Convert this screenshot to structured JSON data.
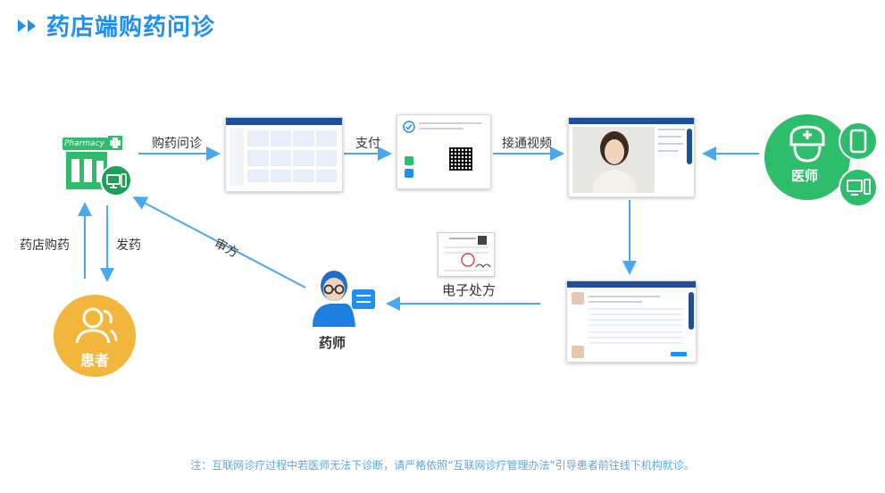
{
  "title": "药店端购药问诊",
  "labels": {
    "buy_consult": "购药问诊",
    "pay": "支付",
    "video": "接通视频",
    "pharmacy_buy": "药店购药",
    "dispense": "发药",
    "review": "审方",
    "e_prescription": "电子处方",
    "pharmacist": "药师",
    "patient": "患者",
    "doctor": "医师",
    "pharmacy_sign": "Pharmacy"
  },
  "note": "注：互联网诊疗过程中若医师无法下诊断，请严格依照“互联网诊疗管理办法”引导患者前往线下机构就诊。",
  "colors": {
    "accent": "#1f8ff5",
    "arrow": "#4aa8f0",
    "green": "#2ebd6b",
    "orange": "#f2b63c",
    "pharmacist_blue": "#1f7fe0"
  },
  "icons": {
    "title": "double-chevron-icon",
    "pharmacy": "pharmacy-store-icon",
    "patient": "patient-people-icon",
    "doctor": "doctor-icon",
    "pharmacist": "pharmacist-icon",
    "prescription": "prescription-document-icon"
  }
}
